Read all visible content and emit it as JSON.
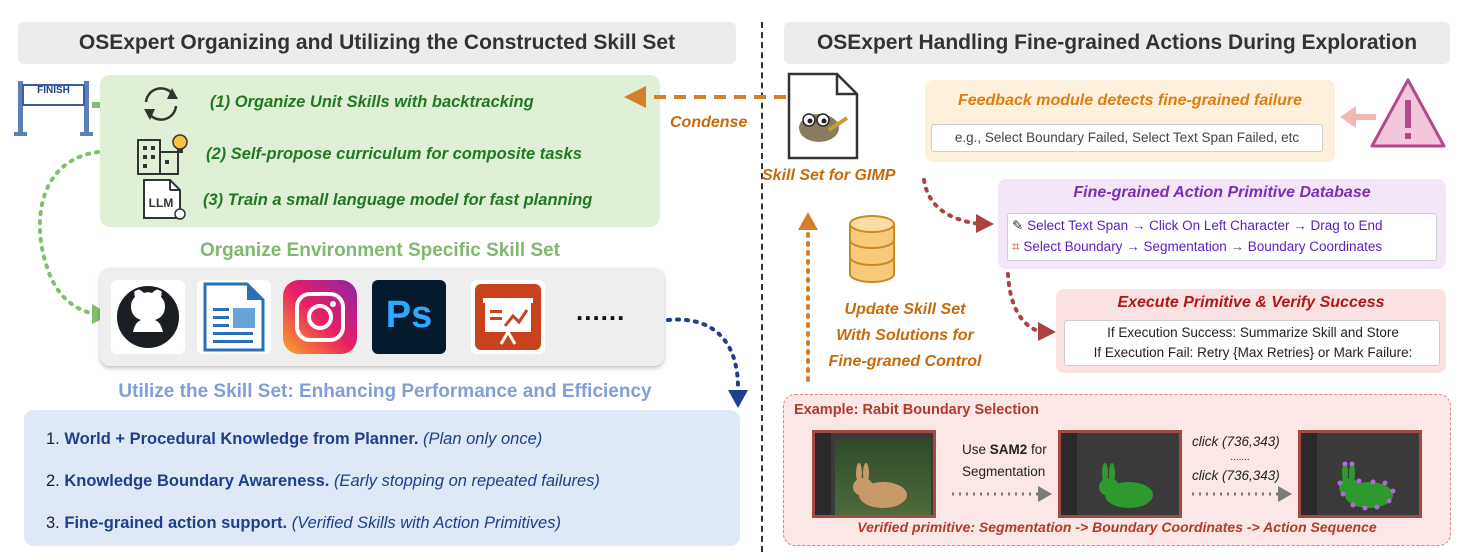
{
  "left": {
    "header": "OSExpert Organizing and Utilizing the Constructed Skill Set",
    "finish_label": "FINISH",
    "organize_items": [
      "(1) Organize Unit Skills with backtracking",
      "(2) Self-propose curriculum for composite tasks",
      "(3) Train a small language model for fast planning"
    ],
    "llm_label": "LLM",
    "env_title": "Organize Environment Specific Skill Set",
    "apps": [
      "github-icon",
      "libreoffice-writer-icon",
      "instagram-icon",
      "photoshop-icon",
      "libreoffice-impress-icon"
    ],
    "ps_label": "Ps",
    "apps_more": "......",
    "util_title": "Utilize the Skill Set: Enhancing Performance and Efficiency",
    "util_items": [
      {
        "num": "1.",
        "bold": "World + Procedural Knowledge from Planner.",
        "italic": "(Plan only once)"
      },
      {
        "num": "2.",
        "bold": "Knowledge Boundary Awareness.",
        "italic": "(Early stopping on repeated failures)"
      },
      {
        "num": "3.",
        "bold": "Fine-grained action support.",
        "italic": "(Verified Skills with Action Primitives)"
      }
    ]
  },
  "right": {
    "header": "OSExpert Handling Fine-grained Actions During Exploration",
    "condense": "Condense",
    "skill_set_label": "Skill Set for GIMP",
    "update_lines": [
      "Update Skill Set",
      "With Solutions for",
      "Fine-graned Control"
    ],
    "feedback": {
      "title": "Feedback module detects fine-grained failure",
      "example": "e.g., Select Boundary Failed, Select Text Span Failed, etc"
    },
    "database": {
      "title": "Fine-grained Action Primitive Database",
      "lines": [
        "Select Text Span → Click On Left Character → Drag to End",
        "Select Boundary → Segmentation → Boundary Coordinates"
      ]
    },
    "execute": {
      "title": "Execute Primitive & Verify Success",
      "lines": [
        "If Execution Success: Summarize Skill and Store",
        "If Execution Fail: Retry {Max Retries} or Mark Failure:"
      ]
    },
    "example": {
      "title": "Example: Rabit Boundary Selection",
      "use_prefix": "Use ",
      "sam2": "SAM2",
      "use_suffix": " for",
      "segmentation": "Segmentation",
      "click1": "click (736,343)",
      "dots": ".......",
      "click2": "click (736,343)",
      "verified": "Verified primitive: Segmentation -> Boundary Coordinates -> Action Sequence"
    }
  },
  "colors": {
    "green": "#1f7a1f",
    "orange": "#c8690b",
    "purple": "#7a2fb0",
    "red": "#b01818",
    "navy": "#1d3f8c"
  }
}
